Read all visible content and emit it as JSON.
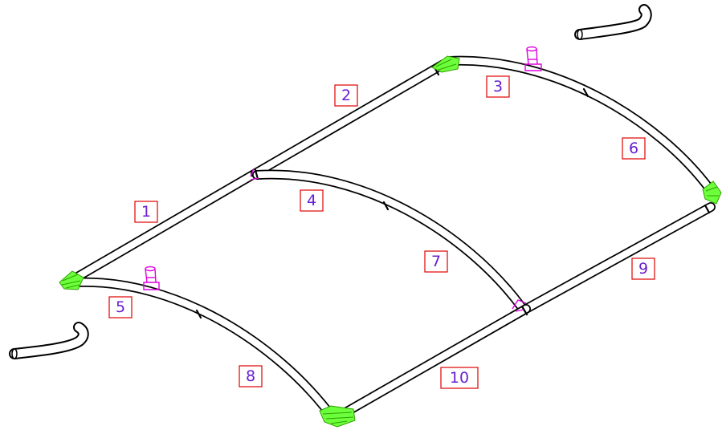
{
  "diagram": {
    "labels": {
      "l1": "1",
      "l2": "2",
      "l3": "3",
      "l4": "4",
      "l5": "5",
      "l6": "6",
      "l7": "7",
      "l8": "8",
      "l9": "9",
      "l10": "10"
    },
    "colors": {
      "label_border": "#e00000",
      "label_text": "#6a1fd0",
      "connector_corner": "#6cff3c",
      "connector_mid": "#e000e0",
      "tube_outline": "#000000"
    }
  }
}
